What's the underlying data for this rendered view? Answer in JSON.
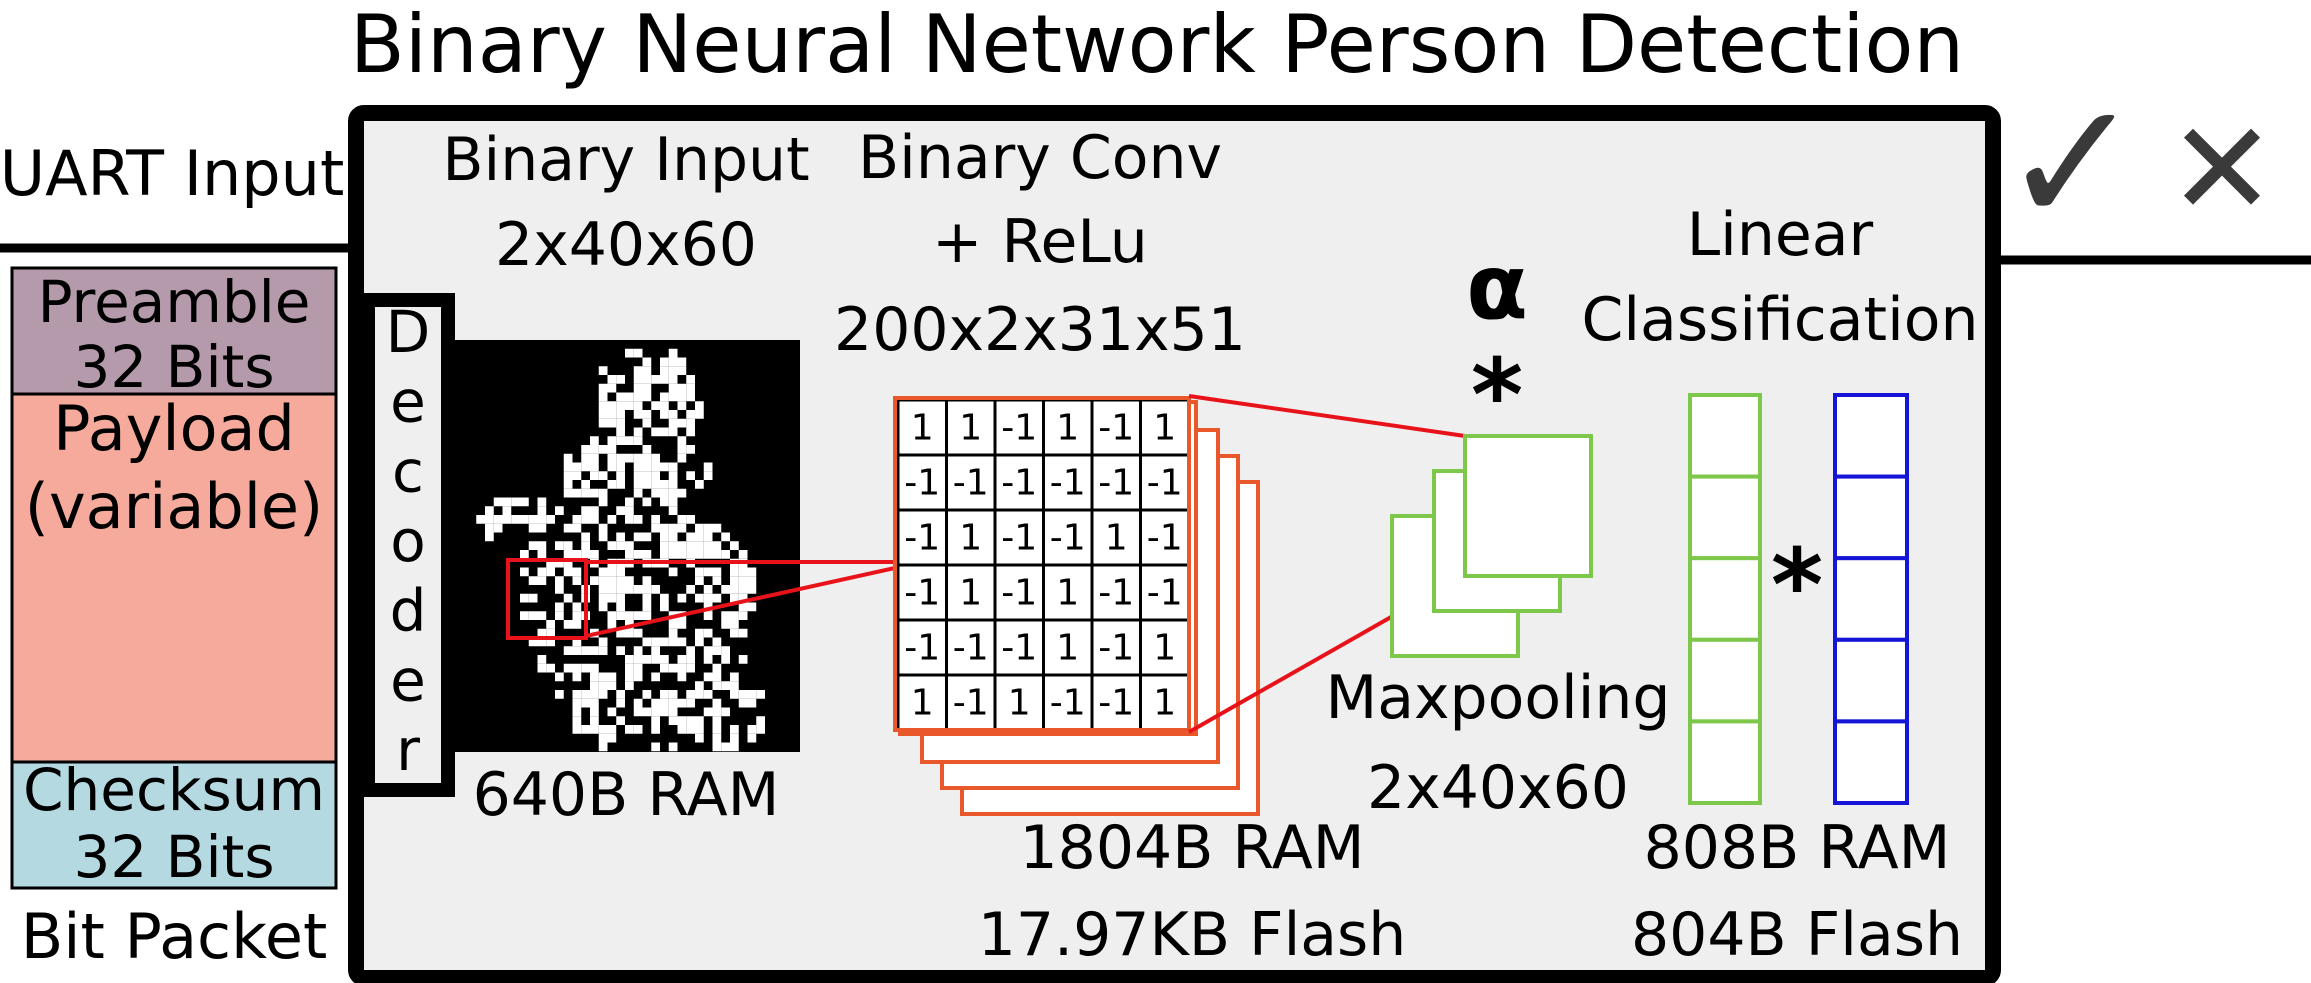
{
  "title": "Binary Neural Network Person Detection",
  "uart_input": "UART Input",
  "packet": {
    "preamble_1": "Preamble",
    "preamble_2": "32 Bits",
    "payload_1": "Payload",
    "payload_2": "(variable)",
    "checksum_1": "Checksum",
    "checksum_2": "32 Bits",
    "label": "Bit Packet",
    "colors": {
      "preamble": "#b49aab",
      "payload": "#f5aa9c",
      "checksum": "#b4d9e1"
    }
  },
  "decoder_letters": [
    "D",
    "e",
    "c",
    "o",
    "d",
    "e",
    "r"
  ],
  "binary_input": {
    "line1": "Binary Input",
    "line2": "2x40x60",
    "ram": "640B RAM"
  },
  "binary_conv": {
    "line1": "Binary Conv",
    "line2": "+ ReLu",
    "line3": "200x2x31x51",
    "ram": "1804B RAM",
    "flash": "17.97KB Flash",
    "matrix": [
      [
        "1",
        "1",
        "-1",
        "1",
        "-1",
        "1"
      ],
      [
        "-1",
        "-1",
        "-1",
        "-1",
        "-1",
        "-1"
      ],
      [
        "-1",
        "1",
        "-1",
        "-1",
        "1",
        "-1"
      ],
      [
        "-1",
        "1",
        "-1",
        "1",
        "-1",
        "-1"
      ],
      [
        "-1",
        "-1",
        "-1",
        "1",
        "-1",
        "1"
      ],
      [
        "1",
        "-1",
        "1",
        "-1",
        "-1",
        "1"
      ]
    ]
  },
  "alpha": "α",
  "mult_symbol": "*",
  "maxpooling": {
    "line1": "Maxpooling",
    "line2": "2x40x60"
  },
  "linear": {
    "line1": "Linear",
    "line2": "Classification",
    "ram": "808B RAM",
    "flash": "804B Flash"
  },
  "output_check": "✓",
  "output_cross": "✕",
  "colors": {
    "panel_bg": "#efefef",
    "kernel": "#e8582a",
    "connector": "#e8131a",
    "green": "#7dc84a",
    "blue": "#1515d8",
    "icon": "#3a3a3a"
  }
}
